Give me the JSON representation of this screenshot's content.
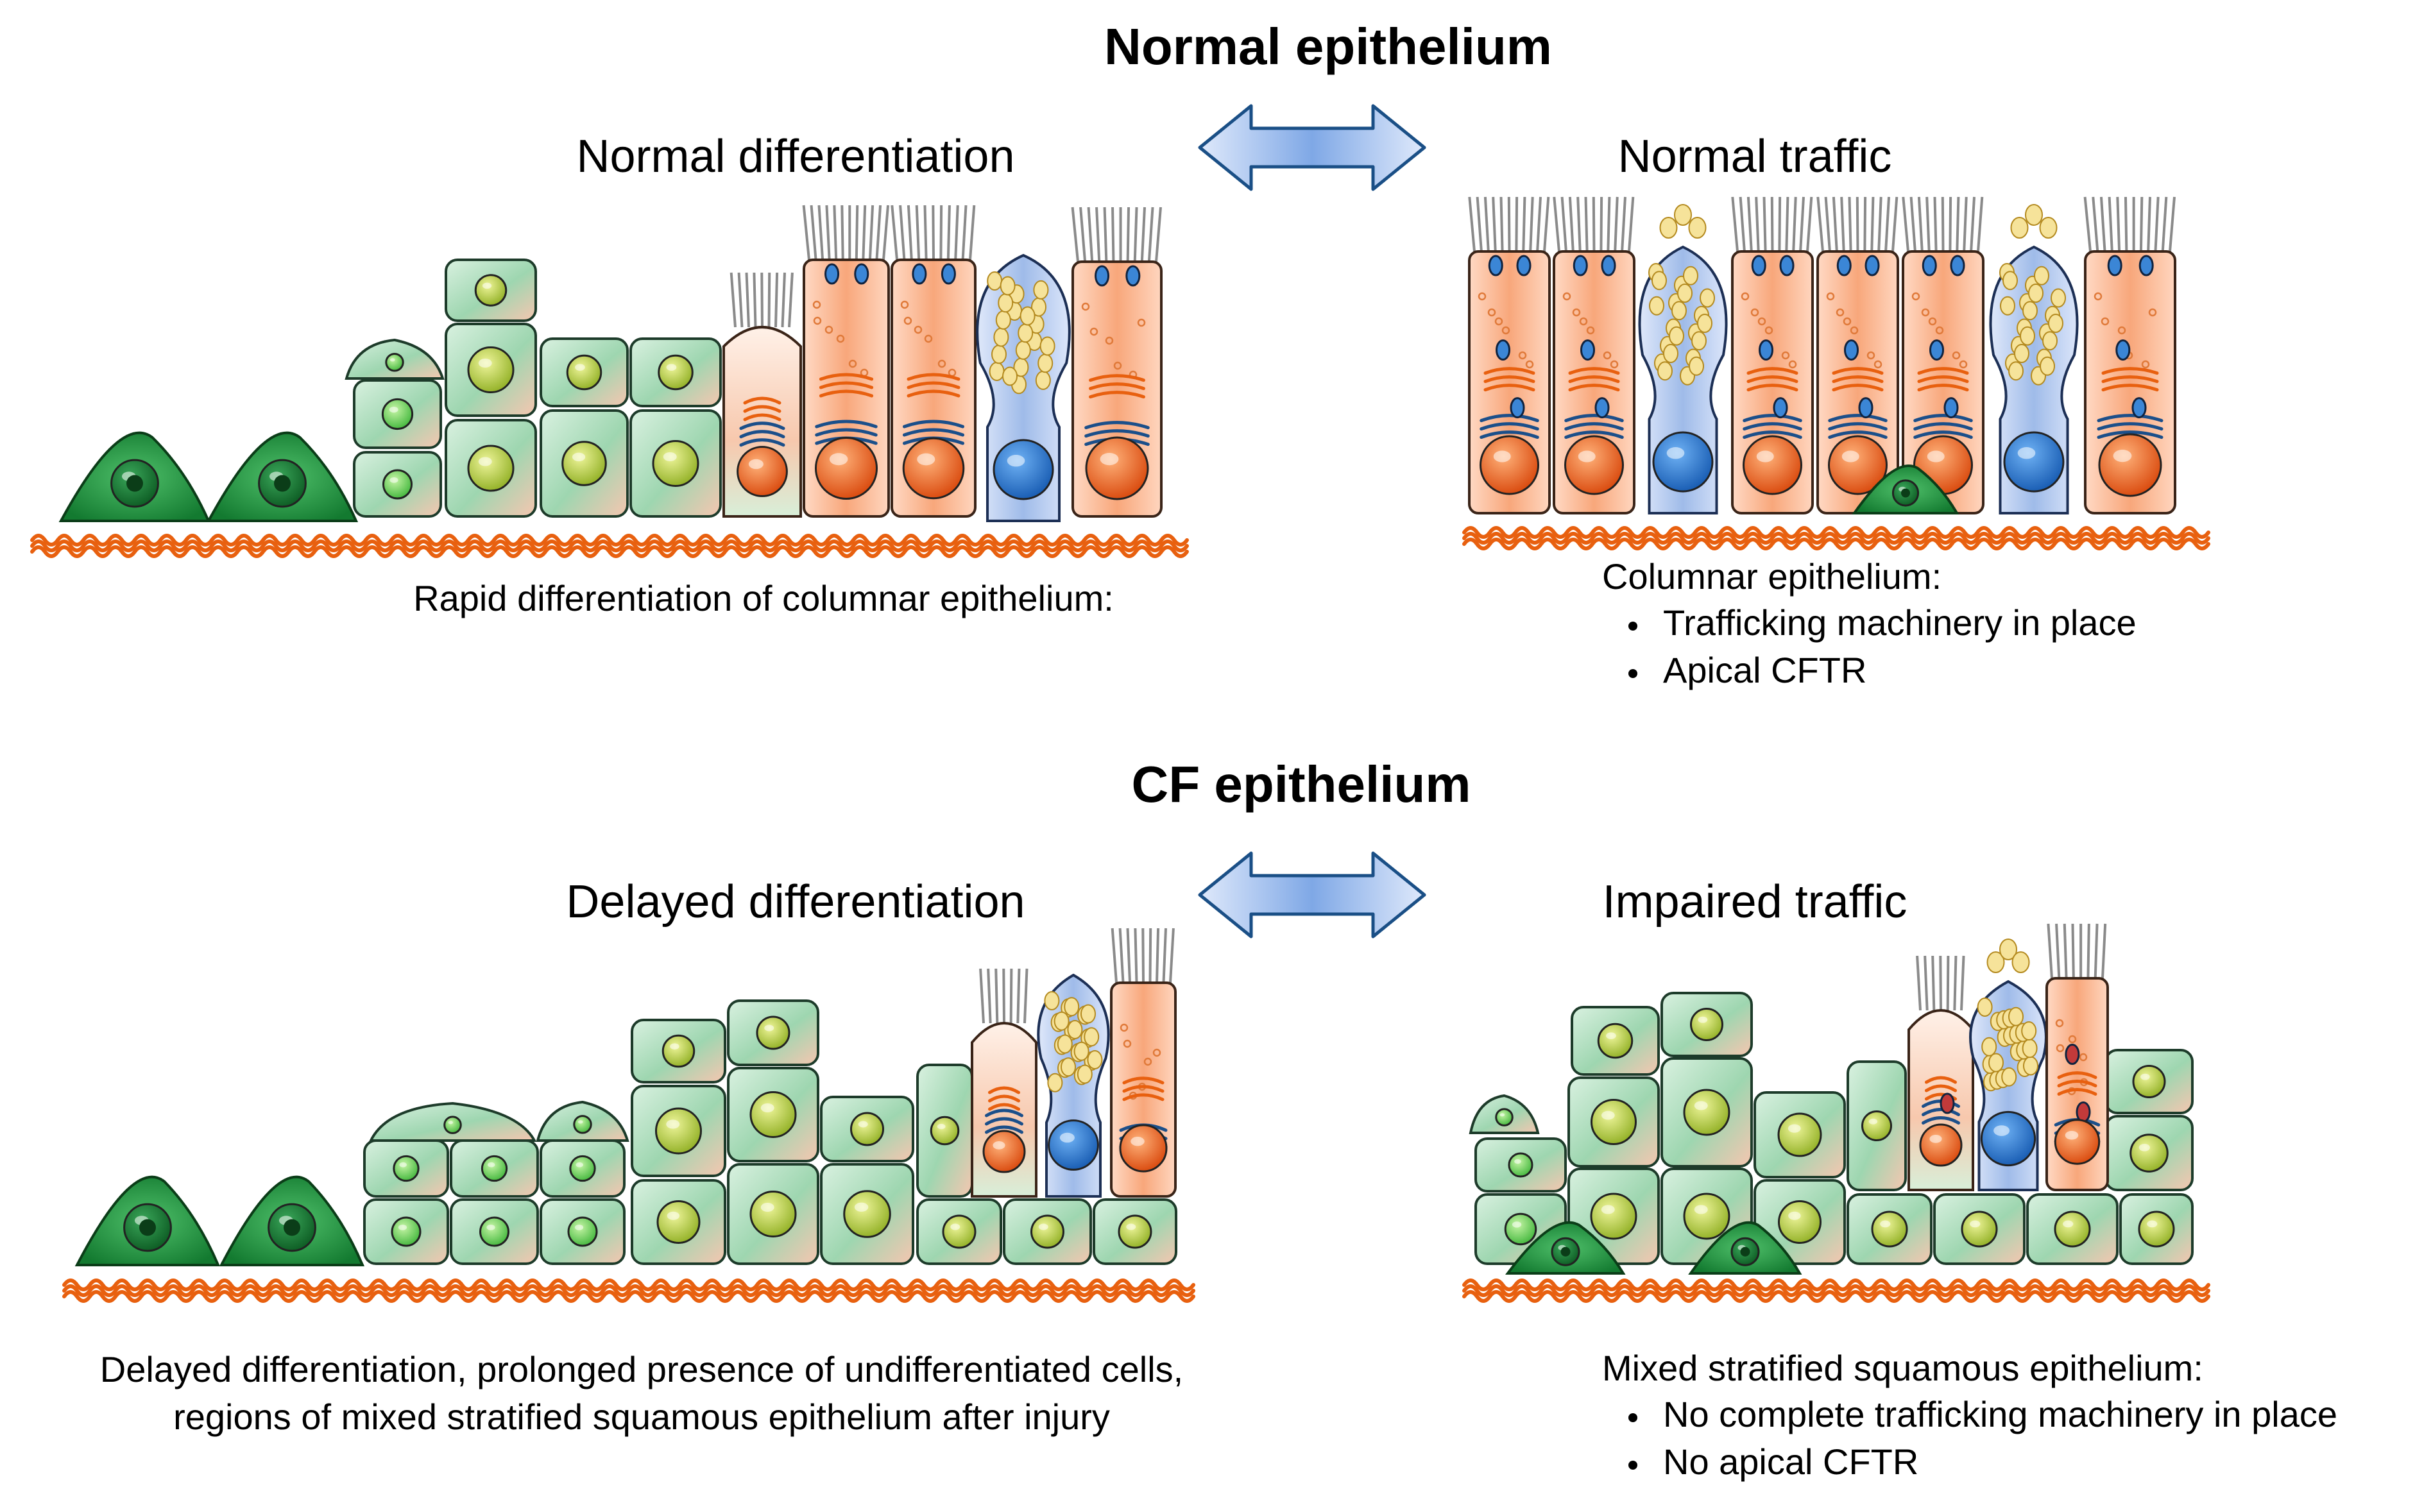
{
  "normal": {
    "title": "Normal epithelium",
    "left_heading": "Normal differentiation",
    "right_heading": "Normal traffic",
    "left_caption": "Rapid differentiation of columnar epithelium:",
    "right_caption": "Columnar epithelium:",
    "right_bullets": [
      "Trafficking machinery in place",
      "Apical CFTR"
    ]
  },
  "cf": {
    "title": "CF epithelium",
    "left_heading": "Delayed differentiation",
    "right_heading": "Impaired traffic",
    "left_caption_lines": [
      "Delayed differentiation, prolonged presence of undifferentiated cells,",
      "regions of mixed stratified squamous epithelium  after injury"
    ],
    "right_caption": "Mixed stratified squamous epithelium:",
    "right_bullets": [
      "No complete trafficking machinery in place",
      "No apical CFTR"
    ]
  },
  "colors": {
    "basal_cell": "#1f8a3c",
    "undiff_cell": "#a8dcb8",
    "ciliated_cell": "#f7b08a",
    "goblet_cell": "#a9c4ee",
    "nucleus_orange": "#e8560c",
    "nucleus_blue": "#1f6fc4",
    "nucleus_green": "#a6c23a",
    "membrane": "#e8600f",
    "arrow": "#7fa8e6"
  }
}
